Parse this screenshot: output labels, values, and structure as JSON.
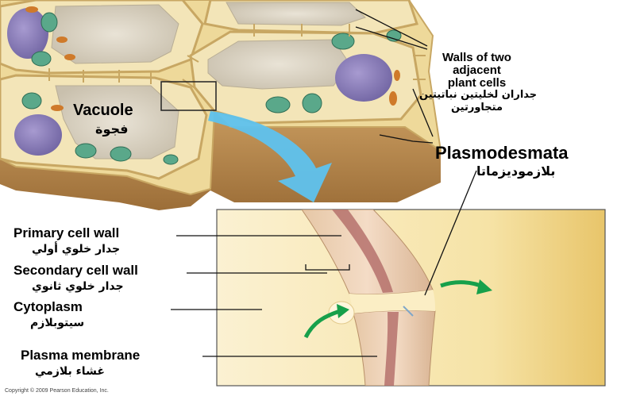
{
  "labels": {
    "walls_en_1": "Walls of two",
    "walls_en_2": "adjacent",
    "walls_en_3": "plant cells",
    "walls_ar_1": "جداران لخليتين نباتيتين",
    "walls_ar_2": "متجاورتين",
    "vacuole_en": "Vacuole",
    "vacuole_ar": "فجوة",
    "plasmodesmata_en": "Plasmodesmata",
    "plasmodesmata_ar": "بلازموديزماتا",
    "primary_en": "Primary cell wall",
    "primary_ar": "جدار خلوي أولي",
    "secondary_en": "Secondary cell wall",
    "secondary_ar": "جدار خلوي ثانوي",
    "cytoplasm_en": "Cytoplasm",
    "cytoplasm_ar": "سيتوبلازم",
    "membrane_en": "Plasma membrane",
    "membrane_ar": "غشاء بلازمي"
  },
  "copyright": "Copyright © 2009 Pearson Education, Inc.",
  "colors": {
    "cell_wall": "#eed99a",
    "cell_wall_edge": "#c8a763",
    "block_side": "#b88a4e",
    "vacuole": "#d8d0bf",
    "nucleus": "#8a7fb6",
    "chloroplast": "#5aa88a",
    "mitochondria": "#cf7a2a",
    "zoom_arrow": "#5ec2ee",
    "flow_arrow": "#17a04b"
  }
}
